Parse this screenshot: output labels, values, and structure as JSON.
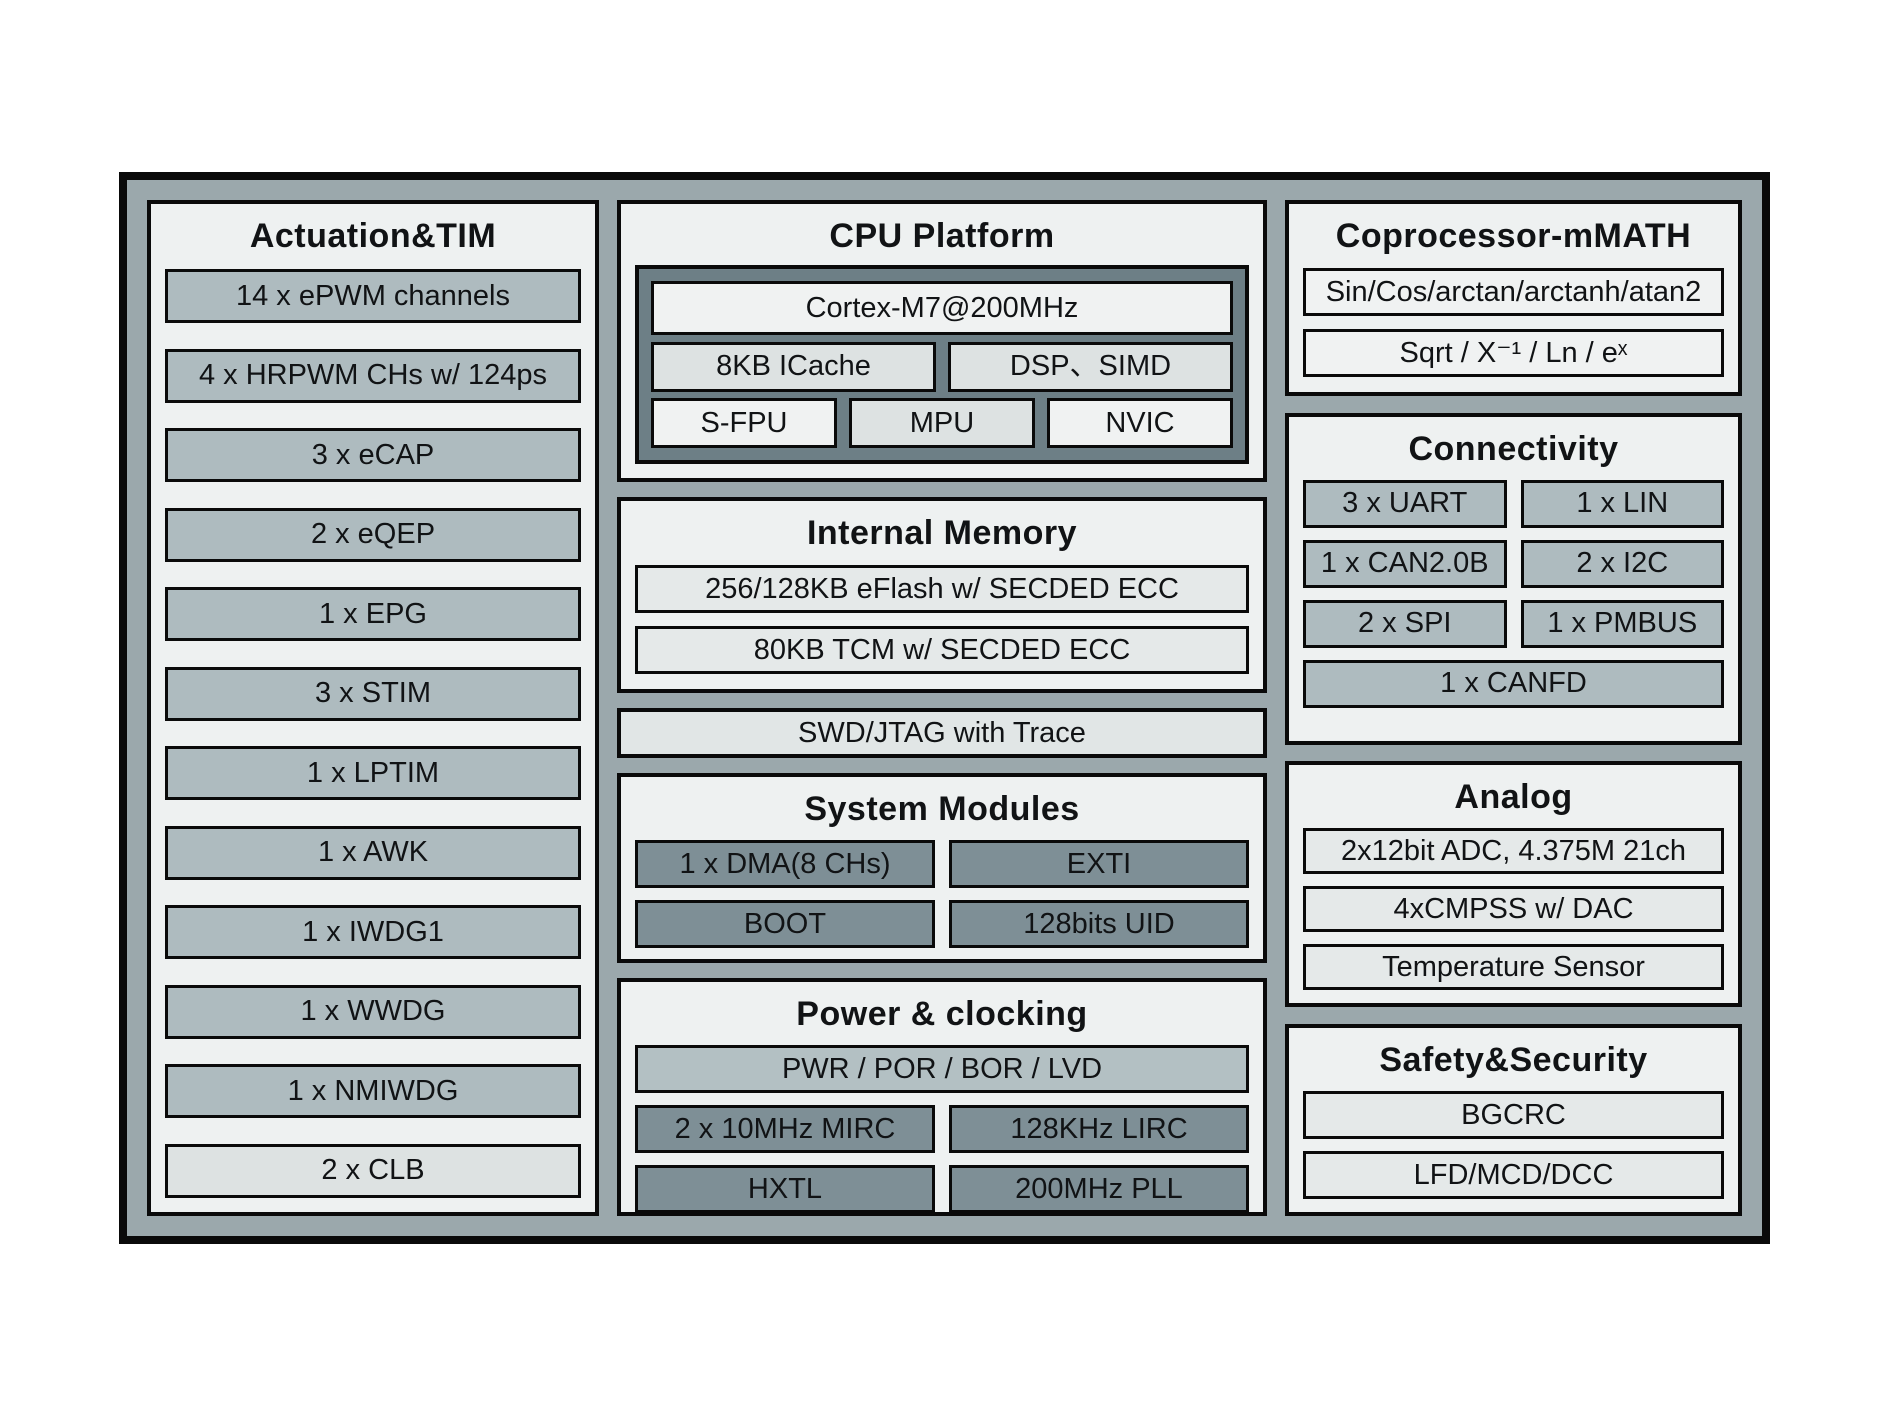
{
  "actuation": {
    "title": "Actuation&TIM",
    "items": [
      "14 x ePWM channels",
      "4 x HRPWM CHs w/ 124ps",
      "3 x eCAP",
      "2 x eQEP",
      "1 x EPG",
      "3 x STIM",
      "1 x LPTIM",
      "1 x AWK",
      "1 x IWDG1",
      "1 x WWDG",
      "1 x NMIWDG",
      "2 x CLB"
    ]
  },
  "cpu": {
    "title": "CPU Platform",
    "core": "Cortex-M7@200MHz",
    "cache": "8KB ICache",
    "dsp": "DSP、SIMD",
    "fpu": "S-FPU",
    "mpu": "MPU",
    "nvic": "NVIC"
  },
  "memory": {
    "title": "Internal Memory",
    "eflash": "256/128KB eFlash w/ SECDED ECC",
    "tcm": "80KB TCM w/ SECDED ECC"
  },
  "debug": {
    "label": "SWD/JTAG with Trace"
  },
  "system": {
    "title": "System Modules",
    "dma": "1 x DMA(8 CHs)",
    "exti": "EXTI",
    "boot": "BOOT",
    "uid": "128bits UID"
  },
  "power": {
    "title": "Power & clocking",
    "pwr": "PWR / POR / BOR / LVD",
    "mirc": "2 x 10MHz MIRC",
    "lirc": "128KHz LIRC",
    "hxtl": "HXTL",
    "pll": "200MHz PLL"
  },
  "math": {
    "title": "Coprocessor-mMATH",
    "trig": "Sin/Cos/arctan/arctanh/atan2",
    "alg": "Sqrt / X⁻¹ / Ln / eˣ"
  },
  "connectivity": {
    "title": "Connectivity",
    "uart": "3 x UART",
    "lin": "1 x LIN",
    "can": "1 x CAN2.0B",
    "i2c": "2 x I2C",
    "spi": "2 x SPI",
    "pmbus": "1 x PMBUS",
    "canfd": "1 x CANFD"
  },
  "analog": {
    "title": "Analog",
    "adc": "2x12bit ADC, 4.375M 21ch",
    "cmpss": "4xCMPSS w/ DAC",
    "temp": "Temperature Sensor"
  },
  "safety": {
    "title": "Safety&Security",
    "bgcrc": "BGCRC",
    "lfd": "LFD/MCD/DCC"
  },
  "palette": {
    "frame_fill": "#9ba8ac",
    "panel_bg": "#eef1f1",
    "item_medium": "#aebbbf",
    "item_light": "#dde2e2",
    "item_white": "#f0f2f2",
    "item_row": "#e5e9e9",
    "item_dark": "#7e8f96",
    "cpu_container": "#6d7f86",
    "border": "#0a0a0a"
  }
}
